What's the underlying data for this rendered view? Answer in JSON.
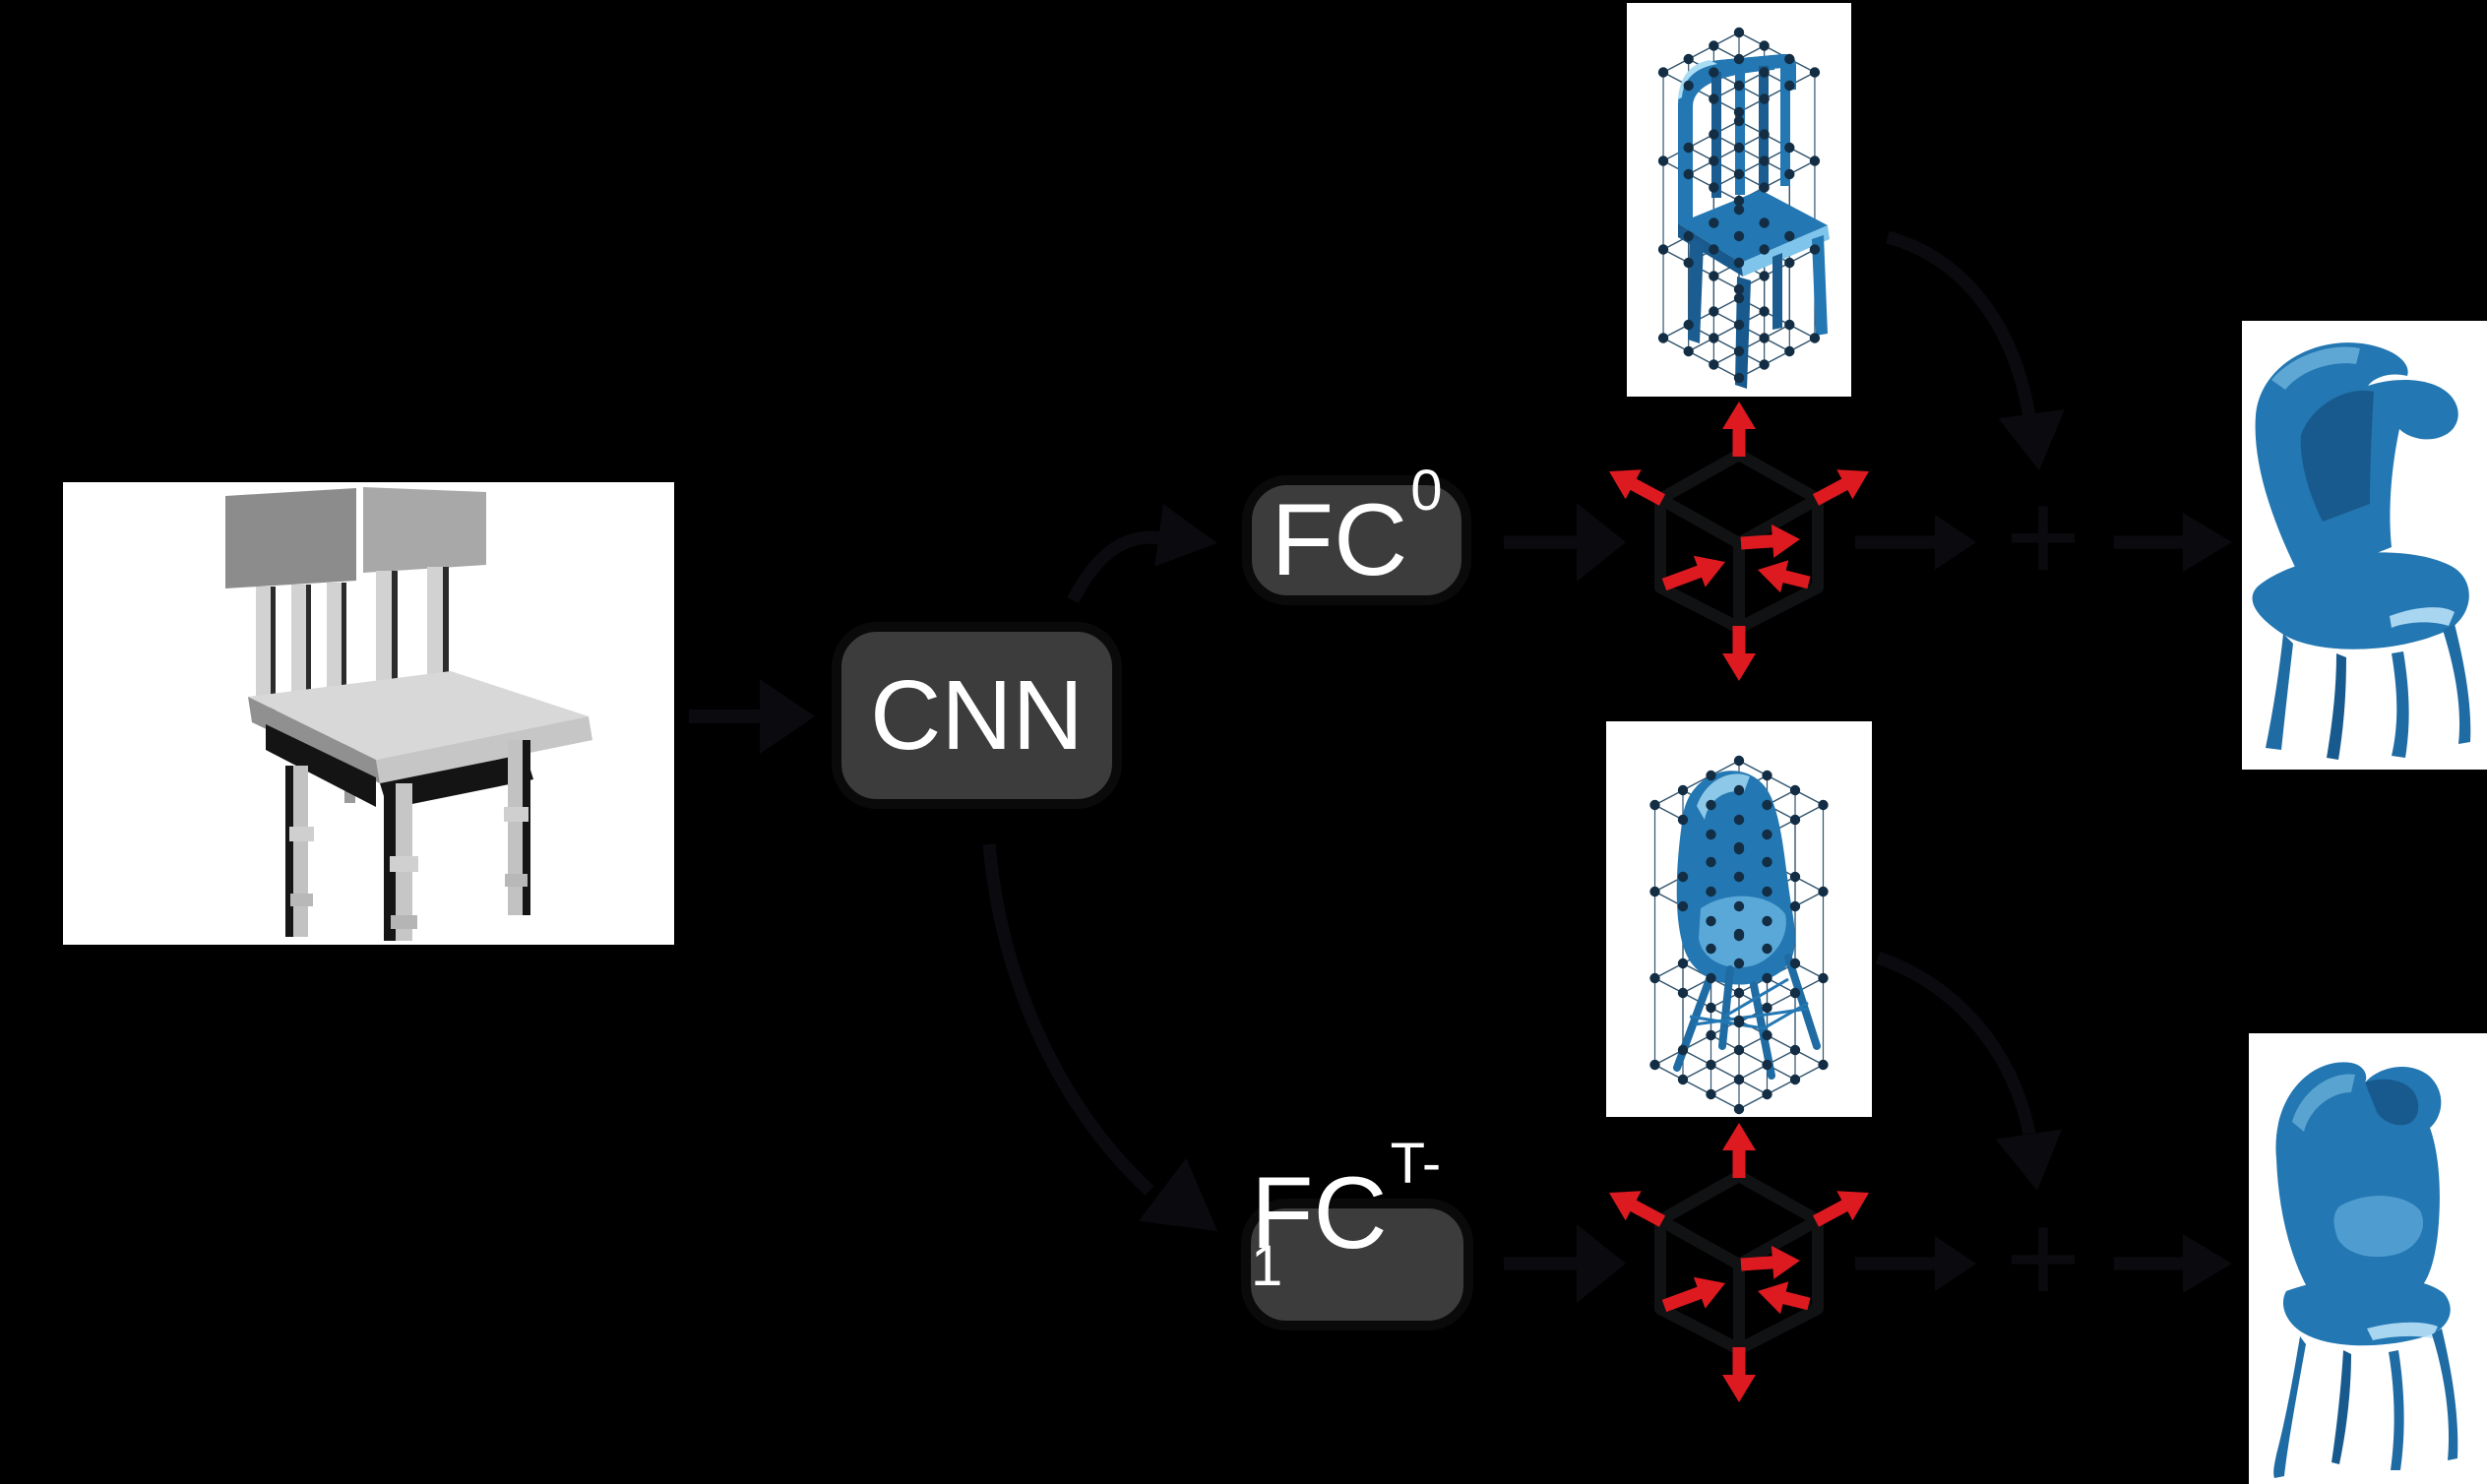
{
  "figure": {
    "nodes": {
      "cnn": {
        "label": "CNN"
      },
      "fc_top": {
        "label": "FC",
        "sup": "0"
      },
      "fc_bottom": {
        "label": "FC",
        "sup": "T-1"
      },
      "plus_top": {
        "label": "+"
      },
      "plus_bottom": {
        "label": "+"
      }
    },
    "panels": {
      "input": {
        "icon": "gray-chair-render"
      },
      "template_top": {
        "icon": "lattice-slat-chair"
      },
      "template_bottom": {
        "icon": "lattice-shell-chair"
      },
      "output_top": {
        "icon": "deformed-chair-render"
      },
      "output_bottom": {
        "icon": "deformed-chair-render"
      }
    },
    "colors": {
      "background": "#000000",
      "panel": "#ffffff",
      "box_fill": "#3c3c3c",
      "box_text": "#ffffff",
      "arrow_dark": "#0b0b0f",
      "cube_edge": "#111214",
      "red_arrow": "#dd1a20",
      "chair_blue": "#2377b2",
      "chair_blue_dark": "#185a8d",
      "chair_blue_light": "#8fd0f0",
      "lattice_dot": "#132e44",
      "lattice_line": "#31546e",
      "plus": "#0b0b0f"
    }
  }
}
